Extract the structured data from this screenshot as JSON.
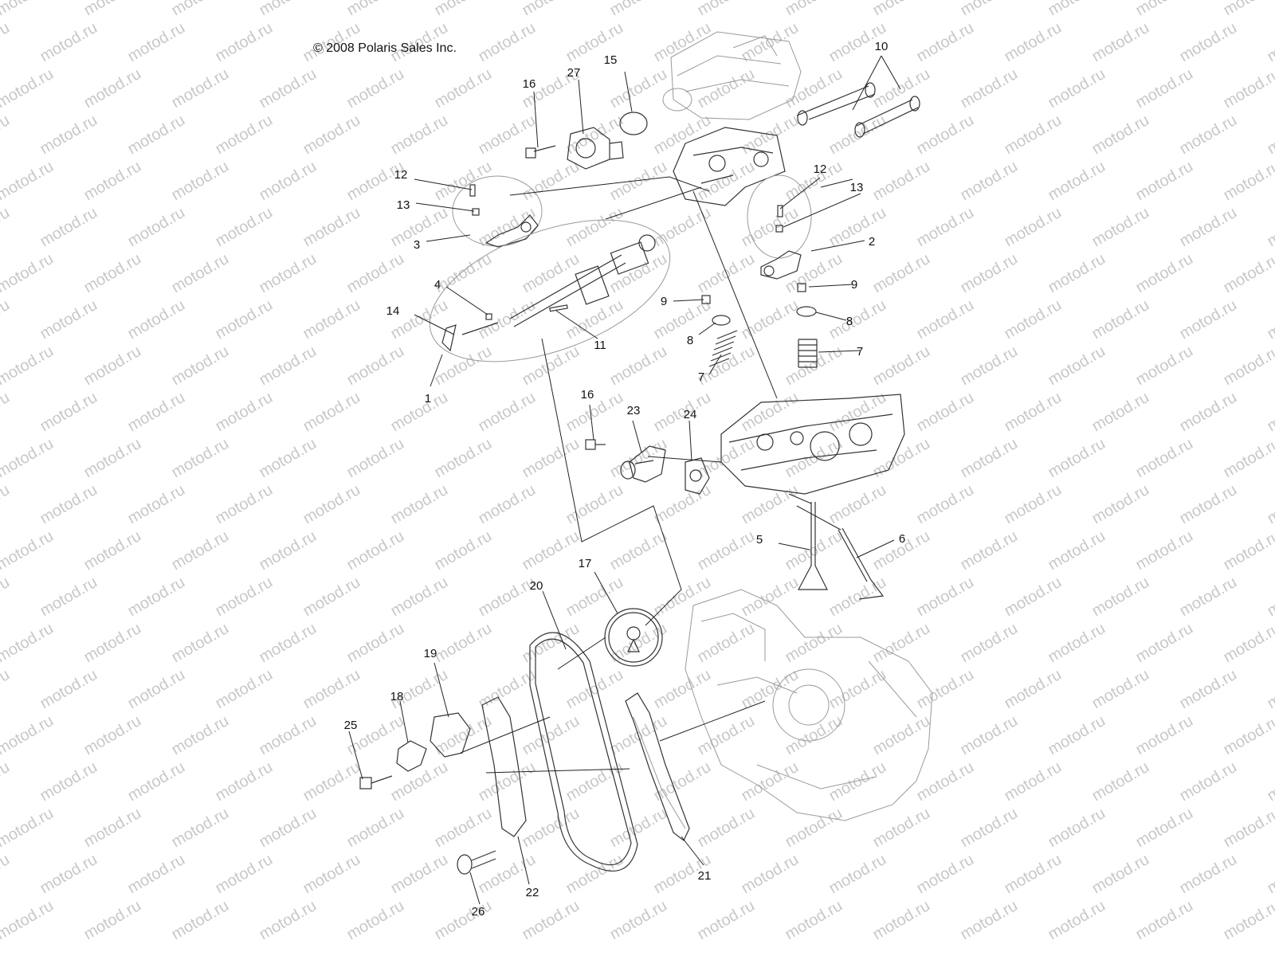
{
  "copyright": "© 2008 Polaris Sales Inc.",
  "watermark": "motod.ru",
  "callouts": {
    "c1": "1",
    "c2": "2",
    "c3": "3",
    "c4": "4",
    "c5": "5",
    "c6": "6",
    "c7a": "7",
    "c7b": "7",
    "c8a": "8",
    "c8b": "8",
    "c9a": "9",
    "c9b": "9",
    "c10": "10",
    "c11": "11",
    "c12a": "12",
    "c12b": "12",
    "c13a": "13",
    "c13b": "13",
    "c14": "14",
    "c15": "15",
    "c16a": "16",
    "c16b": "16",
    "c17": "17",
    "c18": "18",
    "c19": "19",
    "c20": "20",
    "c21": "21",
    "c22": "22",
    "c23": "23",
    "c24": "24",
    "c25": "25",
    "c26": "26",
    "c27": "27"
  }
}
